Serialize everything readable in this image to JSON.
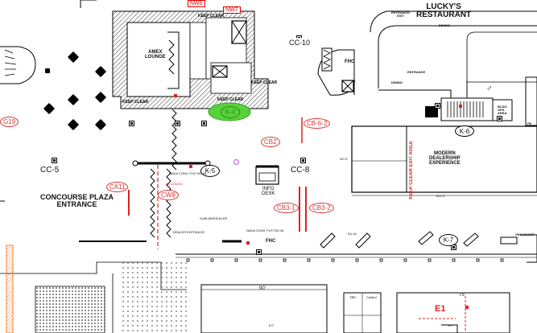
{
  "labels": {
    "entrance_exit": "ENTRANCE/\nEXIT",
    "entrance_exit_line1": "ENTRANCE/",
    "entrance_exit_line2": "EXIT",
    "luckys_line1": "LUCKY'S",
    "luckys_line2": "RESTAURANT",
    "dining_top": "DINING",
    "dining_mid": "DINING",
    "entrance": "ENTRANCE",
    "amex_line1": "AMEX",
    "amex_line2": "LOUNGE",
    "keep_clear": "KEEP CLEAR",
    "concourse_line1": "CONCOURSE PLAZA",
    "concourse_line2": "ENTRANCE",
    "info_line1": "INFO",
    "info_line2": "DESK",
    "modern_line1": "MODERN",
    "modern_line2": "DEALERSHIP",
    "modern_line3": "EXPERIENCE",
    "keep_clear_exit": "KEEP CLEAR EXIT AISLE",
    "bldg_line1": "BLDG.",
    "bldg_line2": "OPS.",
    "bldg_line3": "AREA",
    "dim_49": "49'-5\"",
    "dim_145": "145'-5\"",
    "dim_90": "90'",
    "dim_75": "75'",
    "vegas_exit": "VEGAS EXIT",
    "fhc": "FHC",
    "fe": "FE",
    "eu": "EU #1",
    "cat_line": "SUBLINE/DEALER",
    "e1": "E1"
  },
  "red_boxes": [
    "NW6",
    "NW7"
  ],
  "ovals": [
    "CC-10",
    "K-6",
    "K-5",
    "K-7",
    "K-4"
  ],
  "booths": [
    "G19",
    "CB2",
    "CB-6-2",
    "CA11",
    "CW8",
    "CB3-1",
    "CB3-2"
  ],
  "column_markers": [
    "CC-5",
    "CC-8",
    "CC-10"
  ],
  "small_notes": [
    "NADA CONV. FLR SIG #4",
    "#5 CLINGS",
    "DEALER ENTRANCE"
  ],
  "table_cells": [
    "TBD",
    "Casted",
    "E/T"
  ],
  "colors": {
    "booth_red": "#d33",
    "highlight_green": "#57d13c",
    "hatch": "#555555"
  }
}
